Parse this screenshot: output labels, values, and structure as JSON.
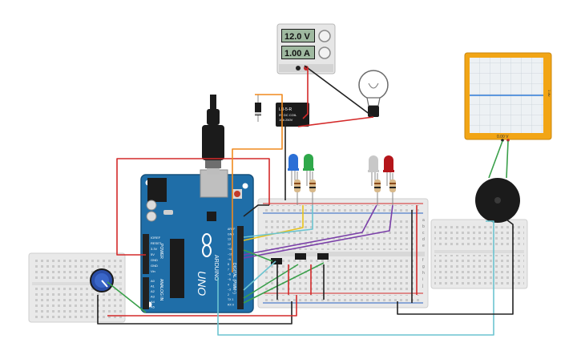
{
  "power_supply": {
    "voltage": "12.0 V",
    "current": "1.00 A"
  },
  "relay": {
    "label_line1": "LU-5-R",
    "label_line2": "5V DC COIL",
    "label_line3": "10A 250V"
  },
  "arduino": {
    "model": "UNO",
    "brand": "ARDUINO",
    "power_header_label": "POWER",
    "analog_header_label": "ANALOG IN",
    "digital_header_label": "DIGITAL (PWM~)",
    "power_pins": [
      "IOREF",
      "RESET",
      "3.3V",
      "5V",
      "GND",
      "GND",
      "Vin"
    ],
    "analog_pins": [
      "A0",
      "A1",
      "A2",
      "A3",
      "A4",
      "A5"
    ],
    "digital_pins": [
      "AREF",
      "GND",
      "13",
      "12",
      "~11",
      "~10",
      "~9",
      "8",
      "7",
      "~6",
      "~5",
      "4",
      "~3",
      "2",
      "TX 1",
      "RX 0"
    ]
  },
  "oscilloscope": {
    "readout": "0.00 V",
    "side_label": "1 div"
  },
  "breadboard_rows": [
    "a",
    "b",
    "c",
    "d",
    "e",
    "f",
    "g",
    "h",
    "i",
    "j"
  ],
  "colors": {
    "wire_red": "#d42a2a",
    "wire_black": "#222222",
    "wire_green": "#3aa04a",
    "wire_yellow": "#e8c21a",
    "wire_cyan": "#6cc4d0",
    "wire_purple": "#7a3fa8",
    "wire_orange": "#f08a1e",
    "arduino_blue": "#1f6ea8",
    "scope_orange": "#f2a515"
  }
}
